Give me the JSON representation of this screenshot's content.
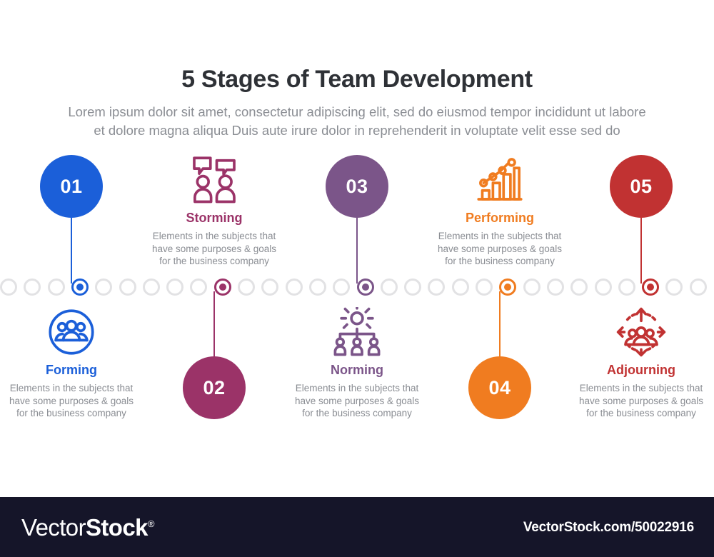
{
  "header": {
    "title": "5 Stages of Team Development",
    "subtitle_line1": "Lorem ipsum dolor sit amet, consectetur adipiscing elit, sed do eiusmod tempor incididunt ut labore",
    "subtitle_line2": "et dolore magna aliqua Duis aute irure dolor in reprehenderit in voluptate velit esse sed do"
  },
  "description": {
    "line1": "Elements in the subjects that",
    "line2": "have  some purposes & goals",
    "line3": "for the  business company"
  },
  "timeline": {
    "ring_count": 30,
    "ring_color": "#e2e2e4"
  },
  "stages": [
    {
      "number": "01",
      "label": "Forming",
      "color": "#1b5fd9",
      "icon": "group-of-people-in-circle-icon",
      "position": "number-above",
      "desc_line1": "Elements in the subjects that",
      "desc_line2": "have  some purposes & goals",
      "desc_line3": "for the  business company"
    },
    {
      "number": "02",
      "label": "Storming",
      "color": "#9b3368",
      "icon": "two-people-speech-bubbles-icon",
      "position": "number-below",
      "desc_line1": "Elements in the subjects that",
      "desc_line2": "have  some purposes & goals",
      "desc_line3": "for the  business company"
    },
    {
      "number": "03",
      "label": "Norming",
      "color": "#7b5589",
      "icon": "org-chart-hierarchy-icon",
      "position": "number-above",
      "desc_line1": "Elements in the subjects that",
      "desc_line2": "have  some purposes & goals",
      "desc_line3": "for the  business company"
    },
    {
      "number": "04",
      "label": "Performing",
      "color": "#f07c20",
      "icon": "growth-bar-chart-icon",
      "position": "number-below",
      "desc_line1": "Elements in the subjects that",
      "desc_line2": "have  some purposes & goals",
      "desc_line3": "for the  business company"
    },
    {
      "number": "05",
      "label": "Adjourning",
      "color": "#c13232",
      "icon": "team-dispersing-arrows-icon",
      "position": "number-above",
      "desc_line1": "Elements in the subjects that",
      "desc_line2": "have  some purposes & goals",
      "desc_line3": "for the  business company"
    }
  ],
  "footer": {
    "logo_light": "Vector",
    "logo_bold": "Stock",
    "logo_mark": "®",
    "url": "VectorStock.com/50022916",
    "background": "#151529"
  }
}
